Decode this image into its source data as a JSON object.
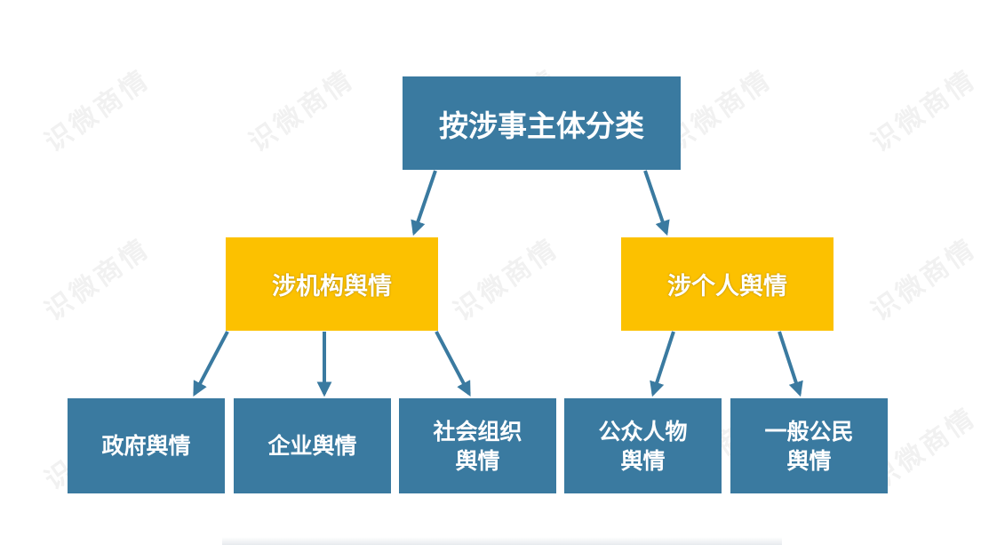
{
  "diagram": {
    "root": {
      "label": "按涉事主体分类"
    },
    "branches": [
      {
        "label": "涉机构舆情",
        "children": [
          "政府舆情",
          "企业舆情",
          "社会组织\n舆情"
        ]
      },
      {
        "label": "涉个人舆情",
        "children": [
          "公众人物\n舆情",
          "一般公民\n舆情"
        ]
      }
    ]
  },
  "watermark": {
    "text": "识微商情"
  },
  "colors": {
    "blue_node": "#3a7aa0",
    "yellow_node": "#fcc100",
    "arrow": "#3a7aa0",
    "text": "#ffffff"
  }
}
